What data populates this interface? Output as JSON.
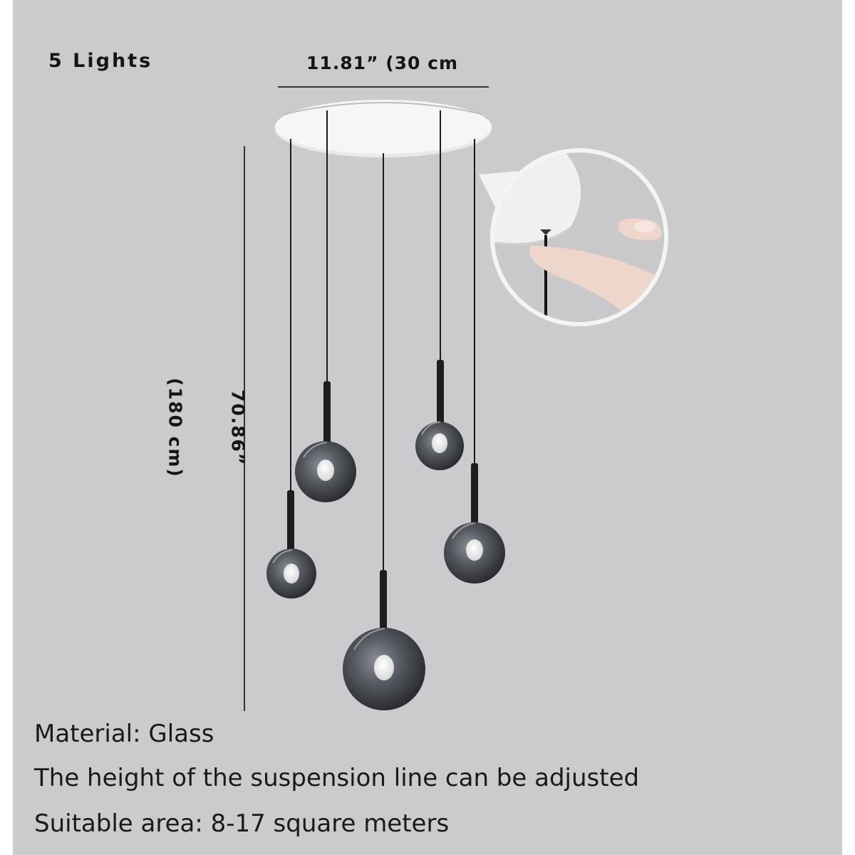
{
  "title": "5 Lights",
  "dimensions": {
    "width_label": "11.81” (30 cm",
    "height_label_line1": "70.86”",
    "height_label_line2": "(180 cm)"
  },
  "specs": {
    "material": "Material: Glass",
    "suspension": "The height of the suspension line can be adjusted",
    "area": "Suitable area: 8-17 square meters"
  },
  "colors": {
    "background": "#cbcbcd",
    "canopy": "#f4f4f4",
    "glass": "#3a3c40",
    "text": "#151515"
  }
}
